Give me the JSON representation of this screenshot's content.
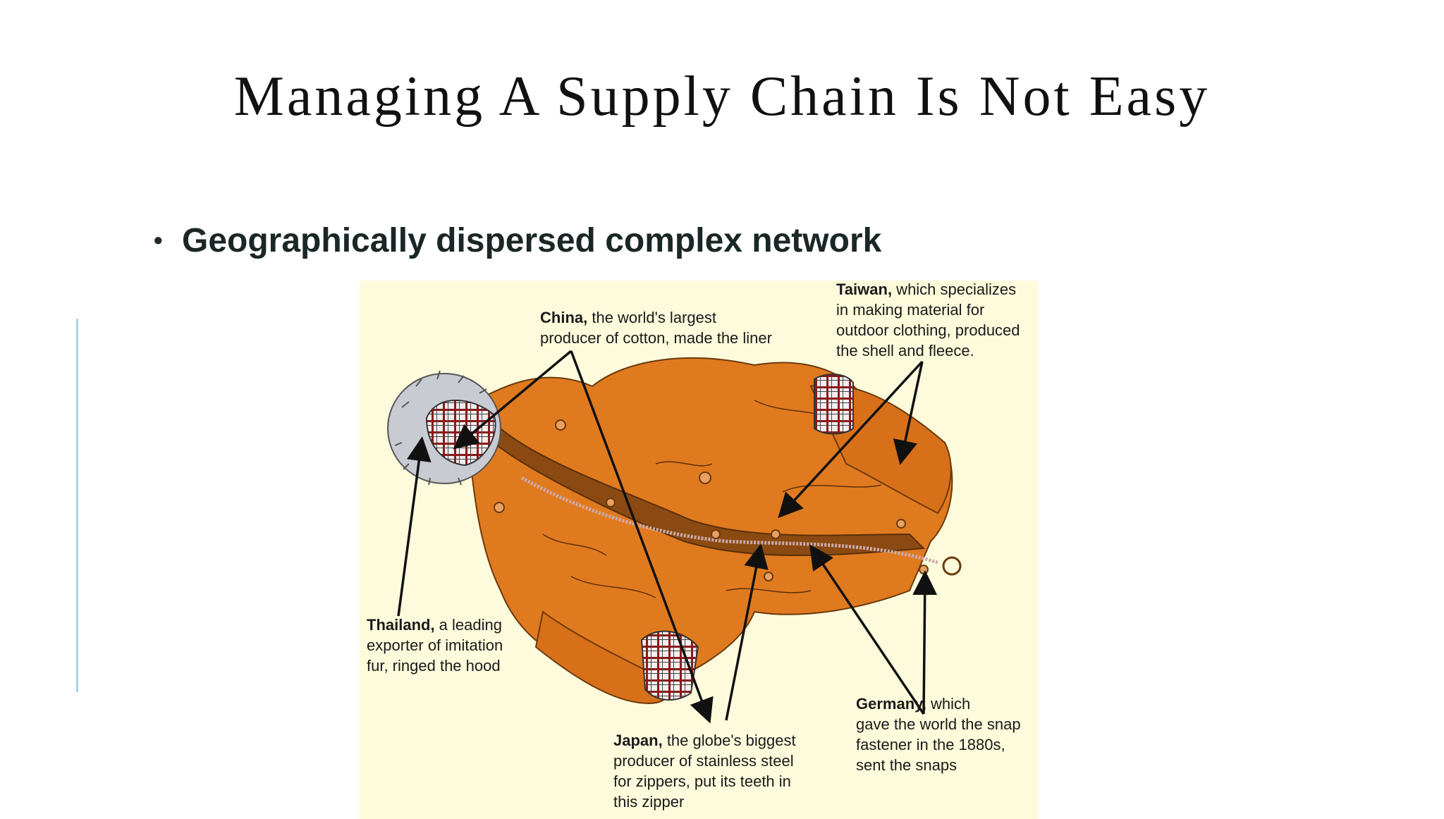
{
  "slide": {
    "title": "Managing A Supply Chain Is Not Easy",
    "bullet": "Geographically dispersed complex network"
  },
  "figure": {
    "captions": {
      "china": {
        "lines": [
          "China, the world's largest",
          "producer of cotton, made the liner"
        ],
        "bold": "China,"
      },
      "taiwan": {
        "lines": [
          "Taiwan, which specializes",
          "in making material for",
          "outdoor clothing, produced",
          "the shell and fleece."
        ],
        "bold": "Taiwan,"
      },
      "thailand": {
        "lines": [
          "Thailand, a leading",
          "exporter of imitation",
          "fur, ringed the hood"
        ],
        "bold": "Thailand,"
      },
      "japan": {
        "lines": [
          "Japan, the globe's biggest",
          "producer of stainless steel",
          "for zippers, put its teeth in",
          "this zipper"
        ],
        "bold": "Japan,"
      },
      "germany": {
        "lines": [
          "Germany, which",
          "gave the world the snap",
          "fastener in the 1880s,",
          "sent the snaps"
        ],
        "bold": "Germany,"
      }
    },
    "colors": {
      "background": "#fdfbdc",
      "jacket": "#e07a1f",
      "jacket_dark": "#c96412",
      "lining": "#8a4a12",
      "fur": "#c9cbd3",
      "plaid": "#8b1a1a"
    }
  }
}
